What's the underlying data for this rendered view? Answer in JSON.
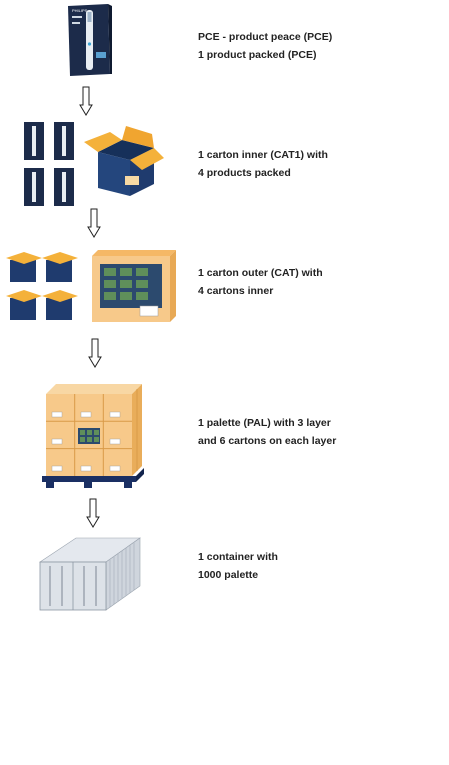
{
  "steps": [
    {
      "line1": "PCE - product peace (PCE)",
      "line2": "1 product packed (PCE)"
    },
    {
      "line1": "1 carton inner (CAT1) with",
      "line2": "4 products packed"
    },
    {
      "line1": "1 carton outer (CAT) with",
      "line2": "4 cartons inner"
    },
    {
      "line1": "1 palette (PAL)  with 3 layer",
      "line2": "and 6 cartons on each layer"
    },
    {
      "line1": "1 container with",
      "line2": "1000 palette"
    }
  ],
  "product_brand": "PHILIPS",
  "colors": {
    "box_blue": "#1f3b6e",
    "flap_orange": "#f4b13a",
    "carton_orange": "#f7c98a",
    "pallet_blue": "#1a2f63",
    "container_gray": "#cfd5dd"
  }
}
